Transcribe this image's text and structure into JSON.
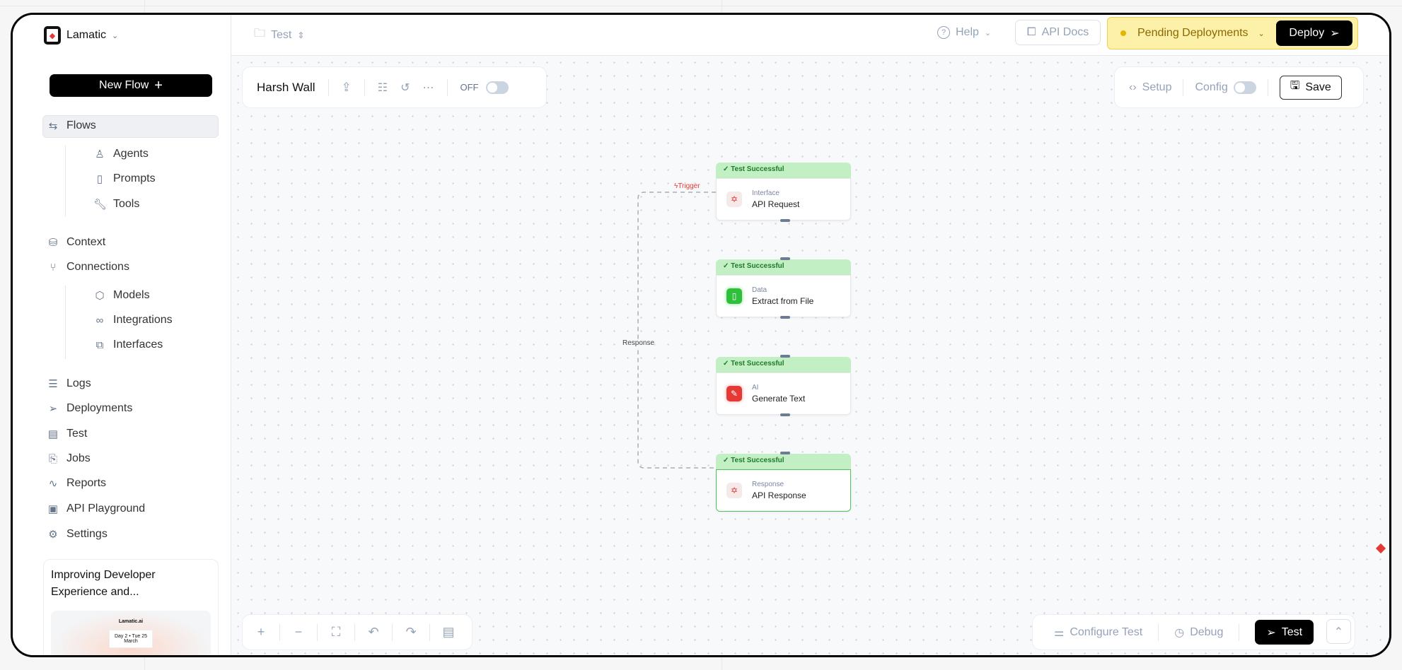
{
  "app": {
    "name": "Lamatic",
    "breadcrumb": "Test"
  },
  "header": {
    "help": "Help",
    "api_docs": "API Docs",
    "pending": "Pending Deployments",
    "deploy": "Deploy"
  },
  "sidebar": {
    "new_flow": "New Flow",
    "items": [
      {
        "label": "Flows",
        "icon": "flows-icon"
      },
      {
        "label": "Agents",
        "icon": "robot-icon"
      },
      {
        "label": "Prompts",
        "icon": "file-icon"
      },
      {
        "label": "Tools",
        "icon": "wrench-icon"
      },
      {
        "label": "Context",
        "icon": "database-icon"
      },
      {
        "label": "Connections",
        "icon": "connections-icon"
      },
      {
        "label": "Models",
        "icon": "cube-icon"
      },
      {
        "label": "Integrations",
        "icon": "link-icon"
      },
      {
        "label": "Interfaces",
        "icon": "interface-icon"
      },
      {
        "label": "Logs",
        "icon": "list-icon"
      },
      {
        "label": "Deployments",
        "icon": "send-icon"
      },
      {
        "label": "Test",
        "icon": "table-icon"
      },
      {
        "label": "Jobs",
        "icon": "jobs-icon"
      },
      {
        "label": "Reports",
        "icon": "activity-icon"
      },
      {
        "label": "API Playground",
        "icon": "terminal-icon"
      },
      {
        "label": "Settings",
        "icon": "gear-icon"
      }
    ],
    "card": {
      "title": "Improving Developer Experience and...",
      "preview_brand": "Lamatic.ai",
      "preview_text": "Day 2 • Tue 25 March"
    }
  },
  "flow": {
    "name": "Harsh Wall",
    "toggle": "OFF",
    "setup": "Setup",
    "config": "Config",
    "save": "Save"
  },
  "nodes": [
    {
      "status": "Test Successful",
      "category": "Interface",
      "name": "API Request"
    },
    {
      "status": "Test Successful",
      "category": "Data",
      "name": "Extract from File"
    },
    {
      "status": "Test Successful",
      "category": "AI",
      "name": "Generate Text"
    },
    {
      "status": "Test Successful",
      "category": "Response",
      "name": "API Response"
    }
  ],
  "edges": {
    "trigger": "Trigger",
    "response": "Response"
  },
  "bottom": {
    "configure_test": "Configure Test",
    "debug": "Debug",
    "test": "Test"
  },
  "colors": {
    "success_bg": "#c2efc3",
    "pending_bg": "#fdf0a8",
    "accent_red": "#e53935"
  }
}
